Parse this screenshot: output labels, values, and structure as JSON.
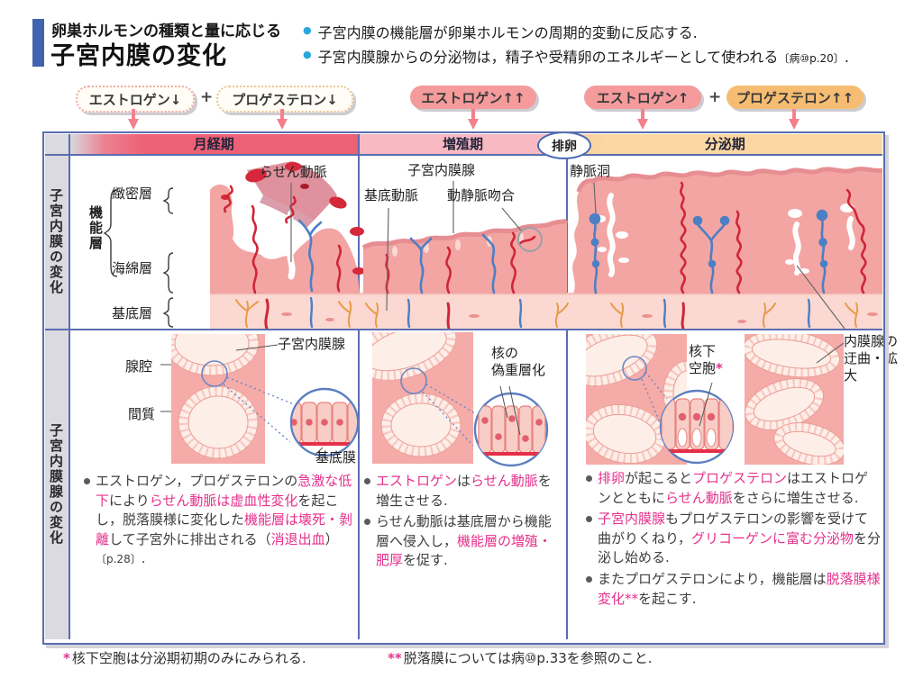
{
  "header": {
    "kicker": "卵巣ホルモンの種類と量に応じる",
    "title": "子宮内膜の変化",
    "bullets": [
      [
        {
          "t": "子宮内膜の機能層が卵巣ホルモンの周期的変動に反応する."
        }
      ],
      [
        {
          "t": "子宮内膜腺からの分泌物は，精子や受精卵のエネルギーとして使われる"
        },
        {
          "t": "〔病⑩p.20〕",
          "c": "ref"
        },
        {
          "t": "."
        }
      ]
    ]
  },
  "hormones": {
    "plus": "+",
    "pills": [
      {
        "label": "エストロゲン↓"
      },
      {
        "label": "プロゲステロン↓"
      },
      {
        "label": "エストロゲン↑↑"
      },
      {
        "label": "エストロゲン↑"
      },
      {
        "label": "プロゲステロン↑↑"
      }
    ]
  },
  "table": {
    "phases": [
      "月経期",
      "増殖期",
      "分泌期"
    ],
    "ovulation": "排卵",
    "row_headers": [
      "子宮内膜の変化",
      "子宮内膜腺の変化"
    ]
  },
  "tissue_labels": {
    "functional_layer": "機能層",
    "compact_layer": "緻密層",
    "spongy_layer": "海綿層",
    "basal_layer": "基底層",
    "spiral_artery": "らせん動脈",
    "endometrial_gland": "子宮内膜腺",
    "basal_artery": "基底動脈",
    "av_anastomosis": "動静脈吻合",
    "venous_sinus": "静脈洞"
  },
  "gland_labels": {
    "endometrial_gland": "子宮内膜腺",
    "gland_lumen": "腺腔",
    "stroma": "間質",
    "basement_membrane": "基底膜",
    "pseudostratification_1": "核の",
    "pseudostratification_2": "偽重層化",
    "subnuclear_vacuole_1": "核下",
    "subnuclear_vacuole_2": "空胞",
    "subnuclear_star": "*",
    "gland_coiling": "内膜腺の迂曲・拡大"
  },
  "texts": {
    "col1": [
      [
        {
          "t": "エストロゲン，プロゲステロンの"
        },
        {
          "t": "急激な低下",
          "c": "hl"
        },
        {
          "t": "により"
        },
        {
          "t": "らせん動脈は虚血性変化",
          "c": "hl"
        },
        {
          "t": "を起こし，脱落膜様に変化した"
        },
        {
          "t": "機能層は壊死・剝離",
          "c": "hl"
        },
        {
          "t": "して子宮外に排出される（"
        },
        {
          "t": "消退出血",
          "c": "hl"
        },
        {
          "t": "）"
        },
        {
          "t": "〔p.28〕",
          "c": "ref"
        },
        {
          "t": "."
        }
      ]
    ],
    "col2": [
      [
        {
          "t": "エストロゲン",
          "c": "hl"
        },
        {
          "t": "は"
        },
        {
          "t": "らせん動脈",
          "c": "hl"
        },
        {
          "t": "を増生させる."
        }
      ],
      [
        {
          "t": "らせん動脈は基底層から機能層へ侵入し，"
        },
        {
          "t": "機能層の増殖・肥厚",
          "c": "hl"
        },
        {
          "t": "を促す."
        }
      ]
    ],
    "col3": [
      [
        {
          "t": "排卵",
          "c": "hl"
        },
        {
          "t": "が起こると"
        },
        {
          "t": "プロゲステロン",
          "c": "hl"
        },
        {
          "t": "はエストロゲンとともに"
        },
        {
          "t": "らせん動脈",
          "c": "hl"
        },
        {
          "t": "をさらに増生させる."
        }
      ],
      [
        {
          "t": "子宮内膜腺",
          "c": "hl"
        },
        {
          "t": "もプロゲステロンの影響を受けて曲がりくねり，"
        },
        {
          "t": "グリコーゲンに富む分泌物",
          "c": "hl"
        },
        {
          "t": "を分泌し始める."
        }
      ],
      [
        {
          "t": "またプロゲステロンにより，機能層は"
        },
        {
          "t": "脱落膜様変化**",
          "c": "hl"
        },
        {
          "t": "を起こす."
        }
      ]
    ]
  },
  "footnotes": [
    {
      "star": "*",
      "segs": [
        {
          "t": "核下空胞は分泌期初期のみにみられる."
        }
      ]
    },
    {
      "star": "**",
      "segs": [
        {
          "t": "脱落膜については病⑩p.33を参照のこと."
        }
      ]
    }
  ],
  "colors": {
    "accent_blue_bar": "#3f63ac",
    "table_border": "#5b6db0",
    "menstrual_header": "#ee6075",
    "proliferative_header": "#f8b9c3",
    "secretory_header": "#fbd8a1",
    "highlight_magenta": "#e5308c",
    "pill_pink": "#f59b9b",
    "pill_orange": "#f6bd72",
    "tissue_pink": "#f3a5a3",
    "basal_strip": "#fbd9d2",
    "artery_red": "#cf2638",
    "vein_blue": "#4d7fc4",
    "basal_artery_orange": "#e89b4b"
  }
}
